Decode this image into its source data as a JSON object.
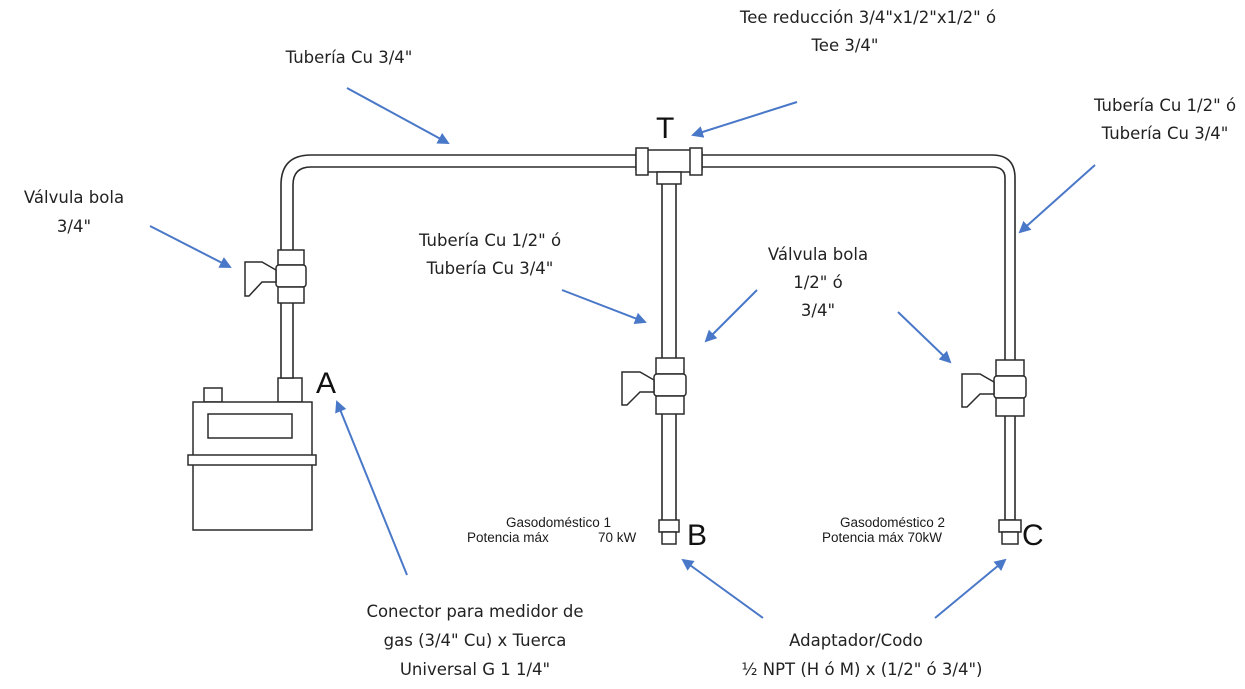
{
  "labels": {
    "tee_line1": "Tee reducción 3/4\"x1/2\"x1/2\"  ó",
    "tee_line2": "Tee 3/4\"",
    "main_pipe": "Tubería Cu 3/4\"",
    "right_pipe_line1": "Tubería Cu 1/2\" ó",
    "right_pipe_line2": "Tubería Cu 3/4\"",
    "valve_a_line1": "Válvula bola",
    "valve_a_line2": "3/4\"",
    "mid_pipe_line1": "Tubería Cu 1/2\" ó",
    "mid_pipe_line2": "Tubería Cu 3/4\"",
    "valve_bc_line1": "Válvula bola",
    "valve_bc_line2": "1/2\" ó",
    "valve_bc_line3": "3/4\"",
    "meter_conn_line1": "Conector para medidor de",
    "meter_conn_line2": "gas (3/4\" Cu) x Tuerca",
    "meter_conn_line3": "Universal G 1 1/4\"",
    "adapter_line1": "Adaptador/Codo",
    "adapter_line2": "½ NPT (H ó M) x (1/2\" ó 3/4\")"
  },
  "points": {
    "a": "A",
    "b": "B",
    "c": "C",
    "t": "T"
  },
  "appliance1": {
    "name": "Gasodoméstico 1",
    "power_label": "Potencia máx",
    "power_value": "70 kW"
  },
  "appliance2": {
    "name": "Gasodoméstico 2",
    "power_label": "Potencia máx 70kW"
  },
  "colors": {
    "arrow": "#4a78c8",
    "line": "#2b2b2b"
  }
}
